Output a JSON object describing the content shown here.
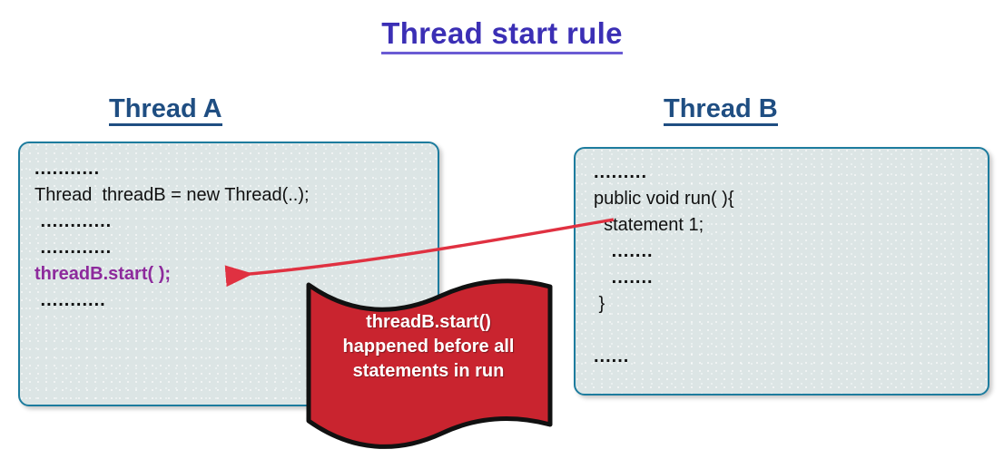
{
  "title": "Thread start rule",
  "colors": {
    "title": "#3b2fb5",
    "heading": "#1f4e82",
    "box_border": "#1d7c9e",
    "box_fill": "#dce5e5",
    "highlight_code": "#8d2a9c",
    "banner_fill": "#c9242f",
    "banner_outline": "#111111",
    "arrow": "#e03141"
  },
  "columns": [
    {
      "heading": "Thread A",
      "code_lines": [
        {
          "text": "...........",
          "style": "dots"
        },
        {
          "text": "Thread  threadB = new Thread(..);",
          "style": "normal"
        },
        {
          "text": " ............",
          "style": "dots"
        },
        {
          "text": " ............",
          "style": "dots"
        },
        {
          "text": "threadB.start( );",
          "style": "purple"
        },
        {
          "text": " ...........",
          "style": "dots"
        }
      ]
    },
    {
      "heading": "Thread B",
      "code_lines": [
        {
          "text": ".........",
          "style": "dots"
        },
        {
          "text": "public void run( ){",
          "style": "normal"
        },
        {
          "text": "  statement 1;",
          "style": "normal"
        },
        {
          "text": "   .......",
          "style": "dots"
        },
        {
          "text": "   .......",
          "style": "dots"
        },
        {
          "text": " }",
          "style": "normal"
        },
        {
          "text": " ",
          "style": "blank"
        },
        {
          "text": "......",
          "style": "dots"
        }
      ]
    }
  ],
  "banner": {
    "lines": [
      "threadB.start()",
      "happened before all",
      "statements in run"
    ]
  },
  "arrow": {
    "label": "happens-before-arrow",
    "from": "statement 1;",
    "to": "threadB.start( );"
  }
}
